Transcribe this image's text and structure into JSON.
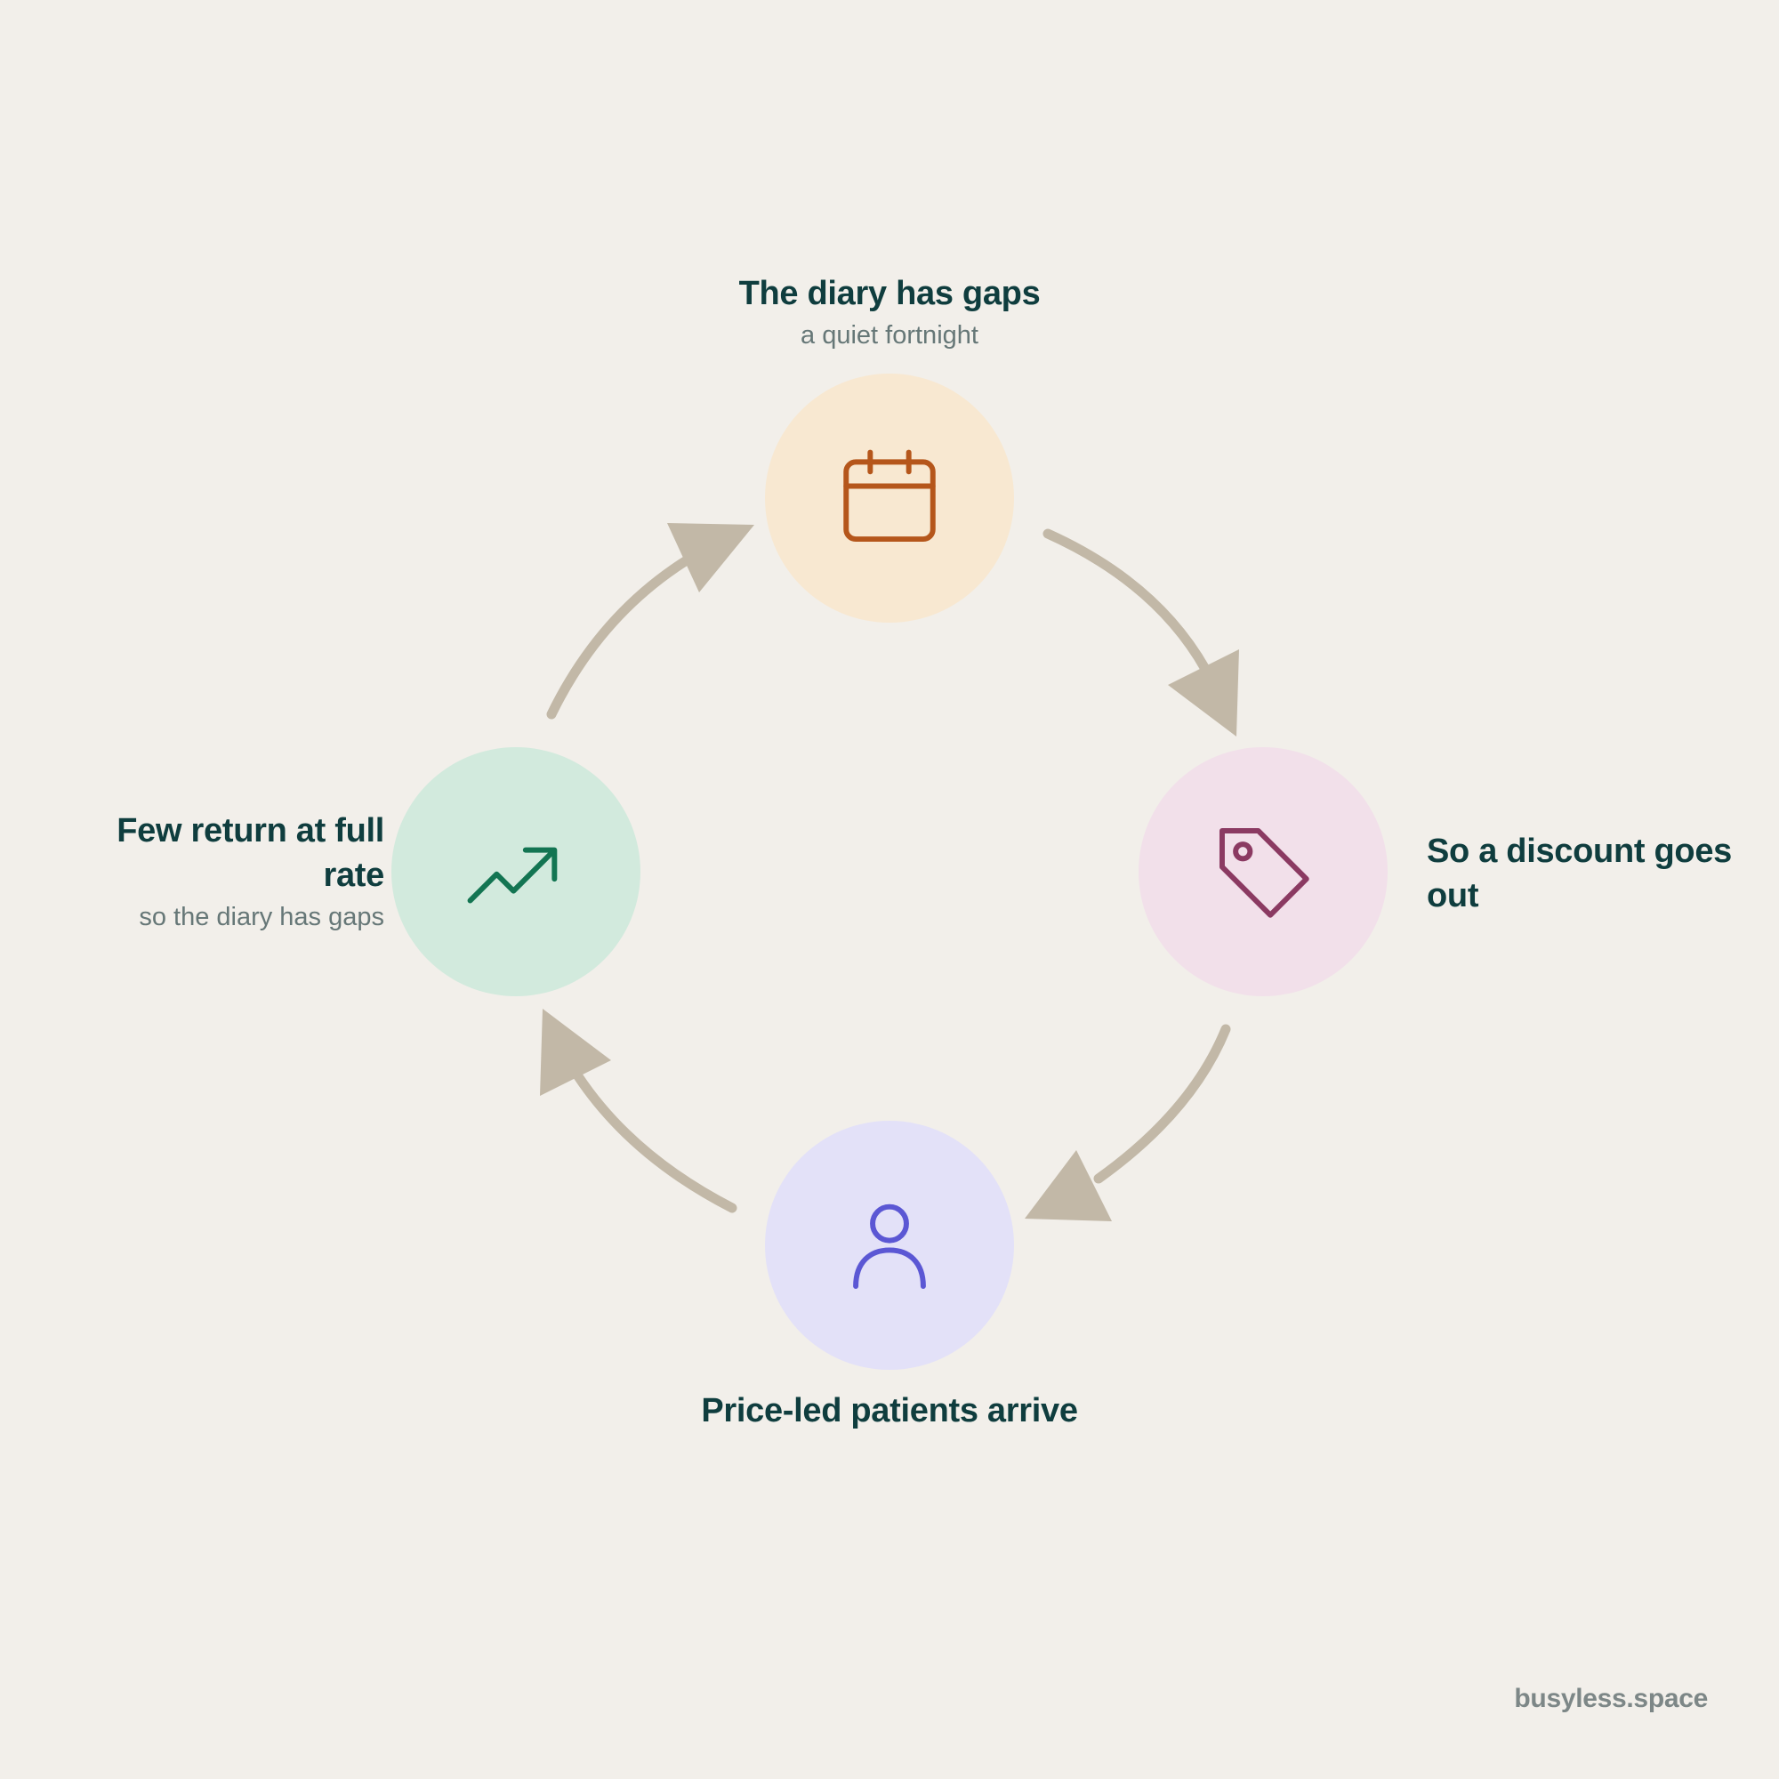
{
  "steps": [
    {
      "title": "The diary has gaps",
      "subtitle": "a quiet fortnight",
      "icon": "calendar-icon",
      "color": "#b5561b",
      "bg": "#f8e8d1"
    },
    {
      "title": "So a discount goes out",
      "icon": "tag-icon",
      "color": "#8b3a62",
      "bg": "#f2e0ea"
    },
    {
      "title": "Price-led patients arrive",
      "icon": "user-icon",
      "color": "#5b57d4",
      "bg": "#e3e1f8"
    },
    {
      "title": "Few return at full rate",
      "subtitle": "so the diary has gaps",
      "icon": "trending-up-icon",
      "color": "#137552",
      "bg": "#d2eadd"
    }
  ],
  "colors": {
    "background": "#f2efea",
    "arrow": "#c2b8a7",
    "title": "#0f3d3e",
    "subtitle": "#667777"
  },
  "brand": "busyless.space"
}
